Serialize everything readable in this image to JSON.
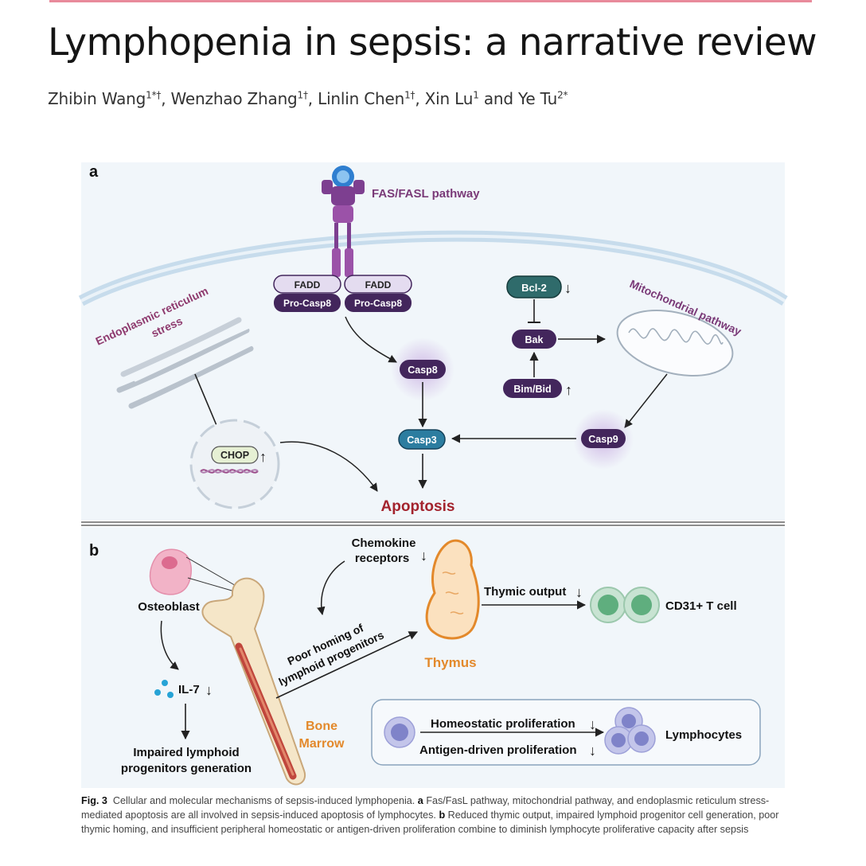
{
  "header": {
    "title": "Lymphopenia in sepsis: a narrative review",
    "authors": [
      {
        "name": "Zhibin Wang",
        "sup": "1*†"
      },
      {
        "name": "Wenzhao Zhang",
        "sup": "1†"
      },
      {
        "name": "Linlin Chen",
        "sup": "1†"
      },
      {
        "name": "Xin Lu",
        "sup": "1"
      },
      {
        "name": "Ye Tu",
        "sup": "2*"
      }
    ],
    "and_word": "and"
  },
  "panel_a": {
    "letter": "a",
    "fas_pathway": "FAS/FASL pathway",
    "fadd": "FADD",
    "procasp8": "Pro-Casp8",
    "casp8": "Casp8",
    "casp3": "Casp3",
    "casp9": "Casp9",
    "bcl2": "Bcl-2",
    "bak": "Bak",
    "bimbid": "Bim/Bid",
    "mito_pathway": "Mitochondrial pathway",
    "er_line1": "Endoplasmic reticulum",
    "er_line2": "stress",
    "chop": "CHOP",
    "apoptosis": "Apoptosis",
    "up_arrow": "↑",
    "down_arrow": "↓"
  },
  "panel_b": {
    "letter": "b",
    "osteoblast": "Osteoblast",
    "il7": "IL-7",
    "impaired_line1": "Impaired lymphoid",
    "impaired_line2": "progenitors generation",
    "bone_line1": "Bone",
    "bone_line2": "Marrow",
    "chemokine_line1": "Chemokine",
    "chemokine_line2": "receptors",
    "homing_line1": "Poor homing of",
    "homing_line2": "lymphoid progenitors",
    "thymus": "Thymus",
    "thymic_output": "Thymic output",
    "cd31": "CD31+ T cell",
    "homeostatic": "Homeostatic proliferation",
    "antigen": "Antigen-driven proliferation",
    "lymphocytes": "Lymphocytes",
    "down_arrow": "↓"
  },
  "caption": {
    "label": "Fig. 3",
    "intro": "Cellular and molecular mechanisms of sepsis-induced lymphopenia.",
    "a_label": "a",
    "a_text": "Fas/FasL pathway, mitochondrial pathway, and endoplasmic reticulum stress-mediated apoptosis are all involved in sepsis-induced apoptosis of lymphocytes.",
    "b_label": "b",
    "b_text": "Reduced thymic output, impaired lymphoid progenitor cell generation, poor thymic homing, and insufficient peripheral homeostatic or antigen-driven proliferation combine to diminish lymphocyte proliferative capacity after sepsis"
  },
  "colors": {
    "panel_bg": "#f1f6fa",
    "membrane": "#c7dcec",
    "purple_dark": "#43265c",
    "teal": "#2f6b6b",
    "casp3_blue": "#2c7da0",
    "apoptosis_red": "#a3232d",
    "orange": "#e3892b",
    "er_label": "#8e3a6e"
  }
}
